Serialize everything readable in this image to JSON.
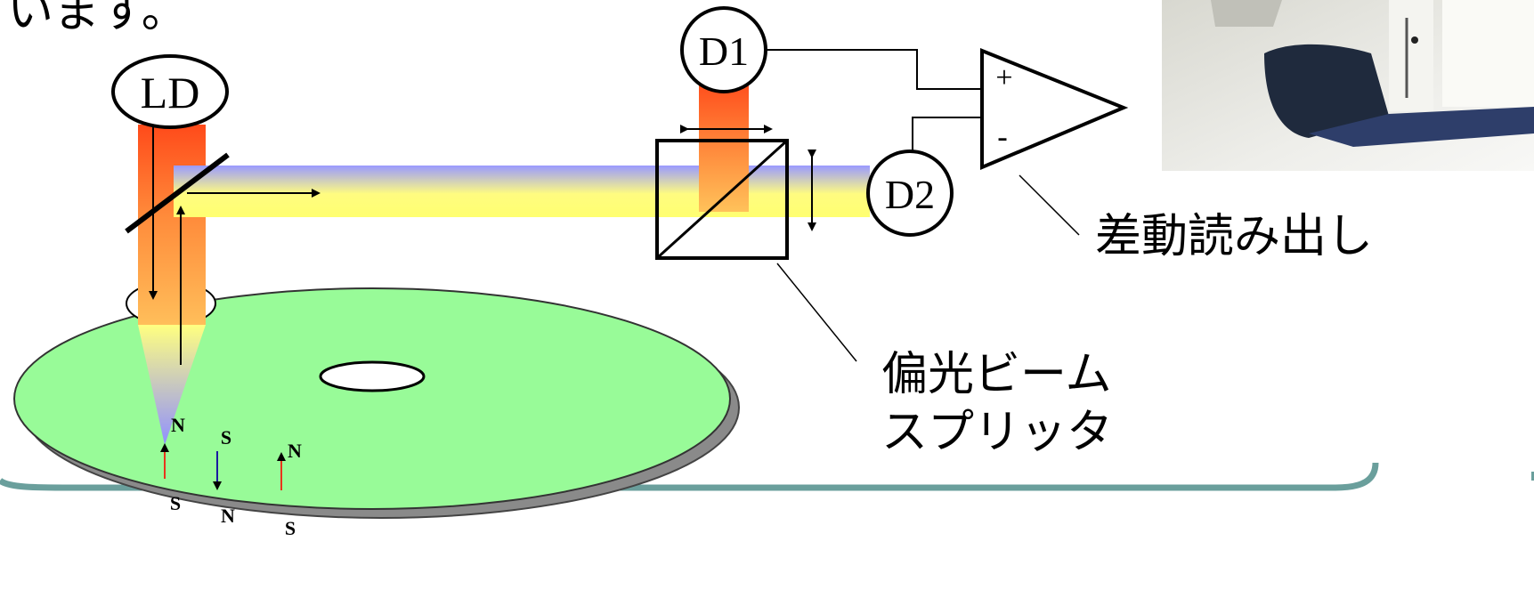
{
  "header_fragment": "います。",
  "labels": {
    "laser_diode": "LD",
    "detector_1": "D1",
    "detector_2": "D2",
    "amp_plus": "+",
    "amp_minus": "-",
    "differential_readout": "差動読み出し",
    "pbs_line1": "偏光ビーム",
    "pbs_line2": "スプリッタ"
  },
  "magnetic_domains": [
    {
      "top_pole": "N",
      "bottom_pole": "S",
      "direction": "up",
      "color": "#e8341c"
    },
    {
      "top_pole": "S",
      "bottom_pole": "N",
      "direction": "down",
      "color": "#1a1aa0"
    },
    {
      "top_pole": "N",
      "bottom_pole": "S",
      "direction": "up",
      "color": "#e8341c"
    }
  ],
  "colors": {
    "disk": "#98fb98",
    "disk_shadow": "#8a8a8a",
    "beam_red": "#ff4a1a",
    "beam_orange": "#ffbe5a",
    "beam_yellow": "#ffff80",
    "beam_blue": "#9090ff",
    "frame_teal": "#6a9f9c"
  }
}
